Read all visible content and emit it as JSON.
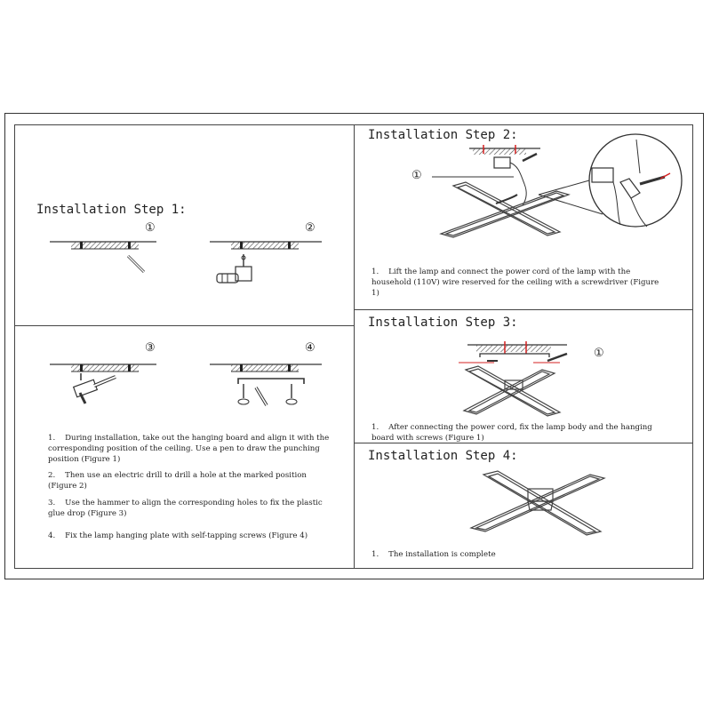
{
  "step1": {
    "title": "Installation Step 1:",
    "figure_numbers": [
      "①",
      "②",
      "③",
      "④"
    ],
    "instructions": [
      {
        "num": "1.",
        "text": "During installation, take out the hanging board and align it with the corresponding position of the ceiling. Use a pen to draw the punching position (Figure 1)"
      },
      {
        "num": "2.",
        "text": "Then use an electric drill to drill a hole at the marked position (Figure 2)"
      },
      {
        "num": "3.",
        "text": "Use the hammer to align the corresponding holes to fix the plastic glue drop (Figure 3)"
      },
      {
        "num": "4.",
        "text": "Fix the lamp hanging plate with self-tapping screws (Figure 4)"
      }
    ]
  },
  "step2": {
    "title": "Installation Step 2:",
    "figure_number": "①",
    "instruction": {
      "num": "1.",
      "text": "Lift the lamp and connect the power cord of the lamp with the household (110V) wire reserved for the ceiling with a screwdriver (Figure 1)"
    }
  },
  "step3": {
    "title": "Installation Step 3:",
    "figure_number": "①",
    "instruction": {
      "num": "1.",
      "text": "After connecting the power cord, fix the lamp body and the hanging board with screws (Figure 1)"
    }
  },
  "step4": {
    "title": "Installation Step 4:",
    "instruction": {
      "num": "1.",
      "text": "The installation is complete"
    }
  },
  "colors": {
    "ink": "#222222",
    "accent": "#d42020",
    "hatch": "#555555"
  }
}
